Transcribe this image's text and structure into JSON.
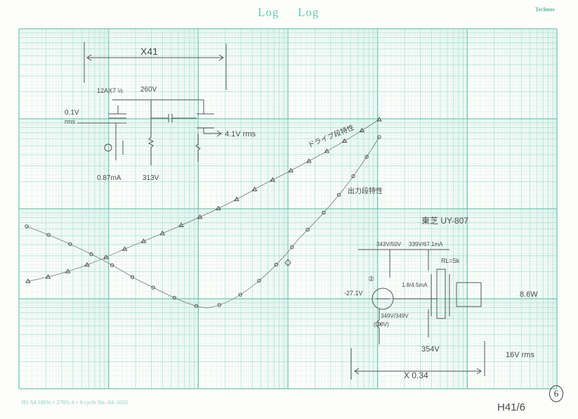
{
  "header": {
    "title_left": "Log",
    "title_right": "Log",
    "brand": "Technos"
  },
  "footer": {
    "text": "JIS  A4  180% × 270%   4 × 6 cycle  No. A4–1023"
  },
  "page_mark": "6",
  "annotations": {
    "x41": "X41",
    "tube_12ax7": "12AX7 ½",
    "b_plus": "260V",
    "input_level": "0.1V",
    "input_unit": "rms",
    "output_level": "4.1V rms",
    "bias_current": "0.87mA",
    "plate_voltage": "313V",
    "curve_upper": "ドライブ段特性",
    "curve_lower": "出力段特性",
    "tube_title": "東芝 UY-807",
    "screen_v": "343V/50V",
    "screen_b": "339V/67.1mA",
    "rl": "RL=5k",
    "tube_num": "②",
    "grid_bias": "-27.1V",
    "grid_current": "1.8/4.5mA",
    "cathode_v": "349V/349V",
    "cathode_sub": "(0.0V)",
    "supply": "354V",
    "power_out": "8.6W",
    "output_rms": "16V rms",
    "x034": "X 0.34",
    "date": "H41/6"
  }
}
